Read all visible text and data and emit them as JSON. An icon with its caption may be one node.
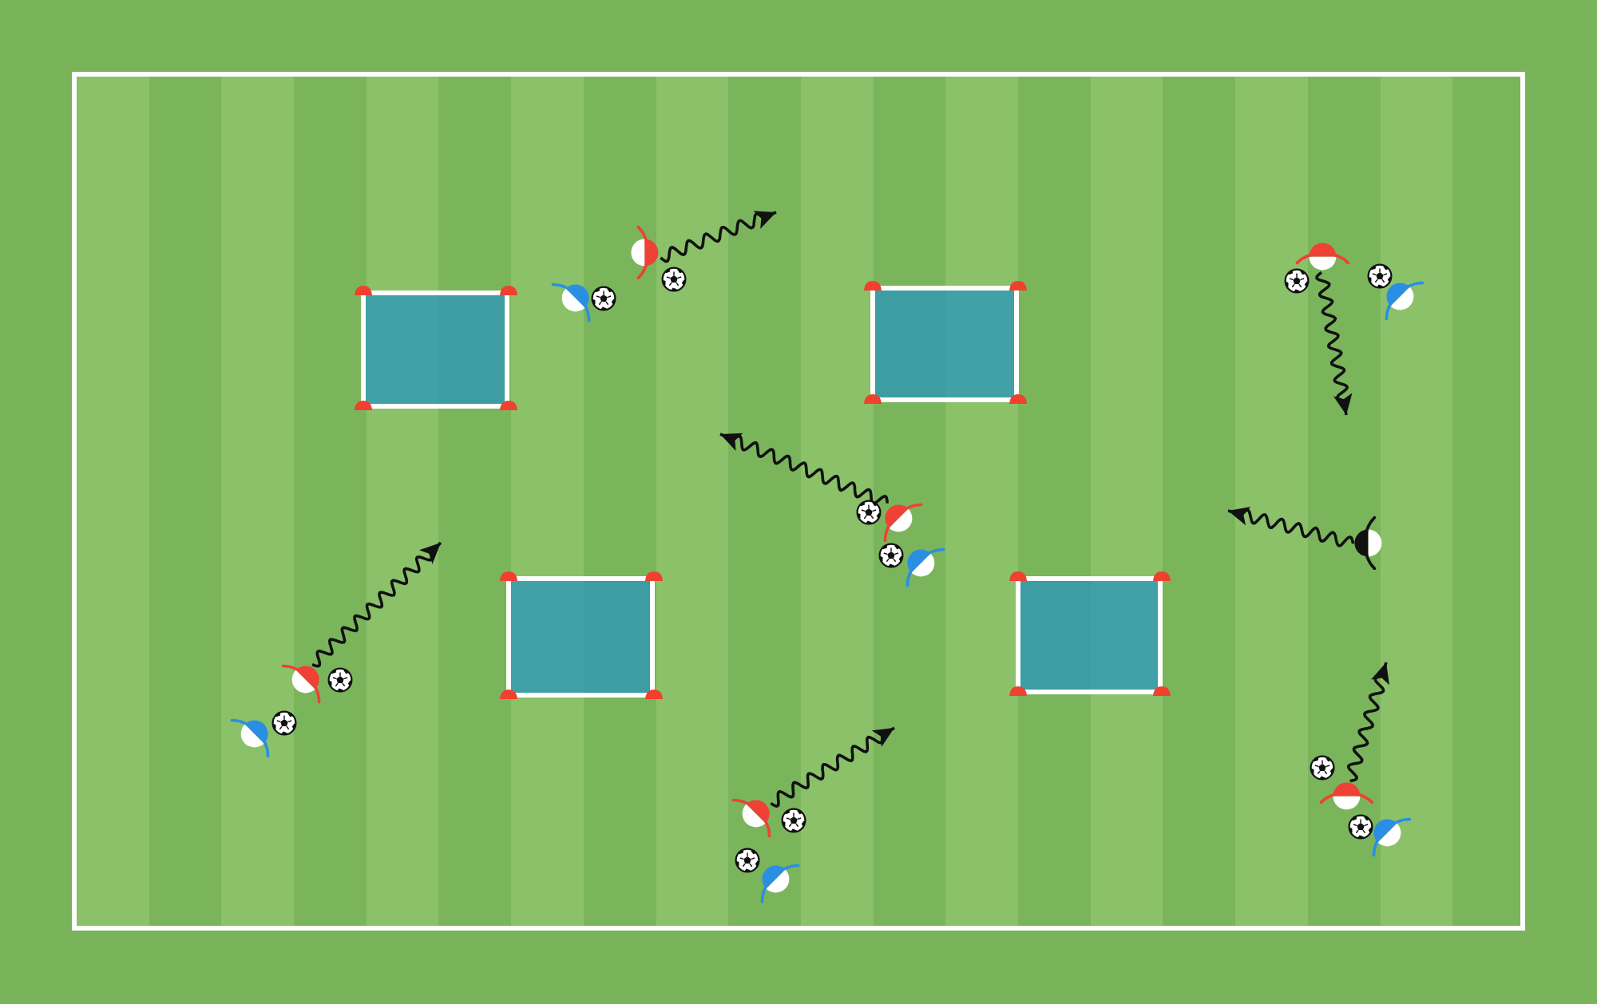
{
  "diagram": {
    "nodes": [
      {
        "text": [],
        "shape": "person"
      },
      {
        "text": [],
        "shape": "person"
      },
      {
        "text": [],
        "shape": "person"
      },
      {
        "text": [],
        "shape": "person"
      },
      {
        "text": [],
        "shape": "person"
      },
      {
        "text": [],
        "shape": "person"
      },
      {
        "text": [],
        "shape": "person"
      },
      {
        "text": [],
        "shape": "box"
      },
      {
        "text": [],
        "shape": "box"
      },
      {
        "text": [],
        "shape": "box"
      },
      {
        "text": [],
        "shape": "box"
      }
    ],
    "edges": [
      {
        "from": 0,
        "to": null,
        "arrow": "to"
      },
      {
        "from": 1,
        "to": null,
        "arrow": "to"
      },
      {
        "from": 2,
        "to": null,
        "arrow": "to"
      },
      {
        "from": 3,
        "to": null,
        "arrow": "to"
      },
      {
        "from": 4,
        "to": null,
        "arrow": "to"
      },
      {
        "from": 5,
        "to": null,
        "arrow": "to"
      },
      {
        "from": 6,
        "to": null,
        "arrow": "to"
      }
    ]
  }
}
